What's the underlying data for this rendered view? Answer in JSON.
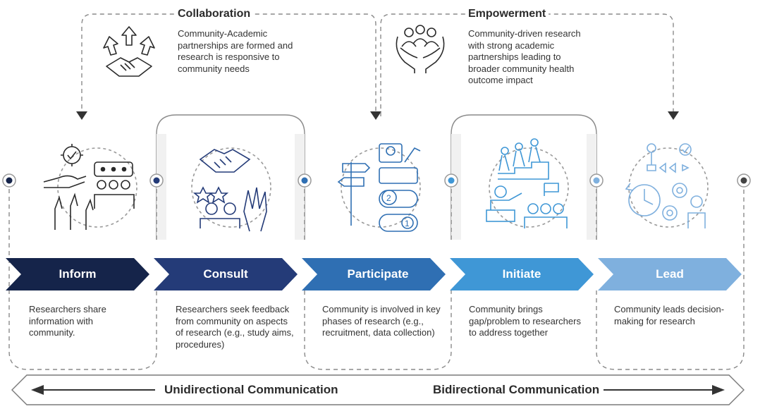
{
  "top_panels": [
    {
      "title": "Collaboration",
      "description": "Community-Academic partnerships are formed and research is responsive to community needs",
      "icon": "handshake-arrows-icon"
    },
    {
      "title": "Empowerment",
      "description": "Community-driven research with strong academic partnerships leading to broader community health outcome impact",
      "icon": "hands-holding-community-icon"
    }
  ],
  "stages": [
    {
      "label": "Inform",
      "description": "Researchers share information with community.",
      "color": "#15244a",
      "icon": "megaphone-raised-hands-icon"
    },
    {
      "label": "Consult",
      "description": "Researchers seek feedback from community on aspects of research (e.g., study aims, procedures)",
      "color": "#243b78",
      "icon": "handshake-feedback-icon"
    },
    {
      "label": "Participate",
      "description": "Community is involved in key phases of research (e.g., recruitment, data collection)",
      "color": "#2f6fb3",
      "icon": "signpost-steps-icon"
    },
    {
      "label": "Initiate",
      "description": "Community brings gap/problem to researchers to address together",
      "color": "#3f97d6",
      "icon": "climbing-team-presentation-icon"
    },
    {
      "label": "Lead",
      "description": "Community leads decision-making for research",
      "color": "#7fb0de",
      "icon": "process-gears-leader-icon"
    }
  ],
  "communication": {
    "left": "Unidirectional Communication",
    "right": "Bidirectional Communication"
  }
}
